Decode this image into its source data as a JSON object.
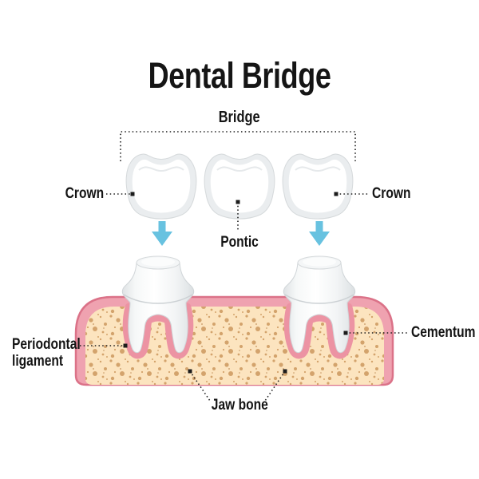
{
  "diagram": {
    "title": "Dental Bridge",
    "labels": {
      "bridge": "Bridge",
      "crown_left": "Crown",
      "crown_right": "Crown",
      "pontic": "Pontic",
      "periodontal_line1": "Periodontal",
      "periodontal_line2": "ligament",
      "cementum": "Cementum",
      "jaw_bone": "Jaw bone"
    },
    "colors": {
      "arrow_blue": "#68c2e0",
      "gum_pink": "#efa2b0",
      "gum_outline": "#db7288",
      "ligament_pink": "#ec93a3",
      "bone_beige": "#fce4bf",
      "bone_speckle": "#cf9c63",
      "bone_speckle_dark": "#b9854e",
      "tooth_white": "#ffffff",
      "tooth_shade": "#eaedef",
      "tooth_line": "#d5d9db",
      "leader_black": "#1c1c1c",
      "text": "#141414"
    }
  }
}
